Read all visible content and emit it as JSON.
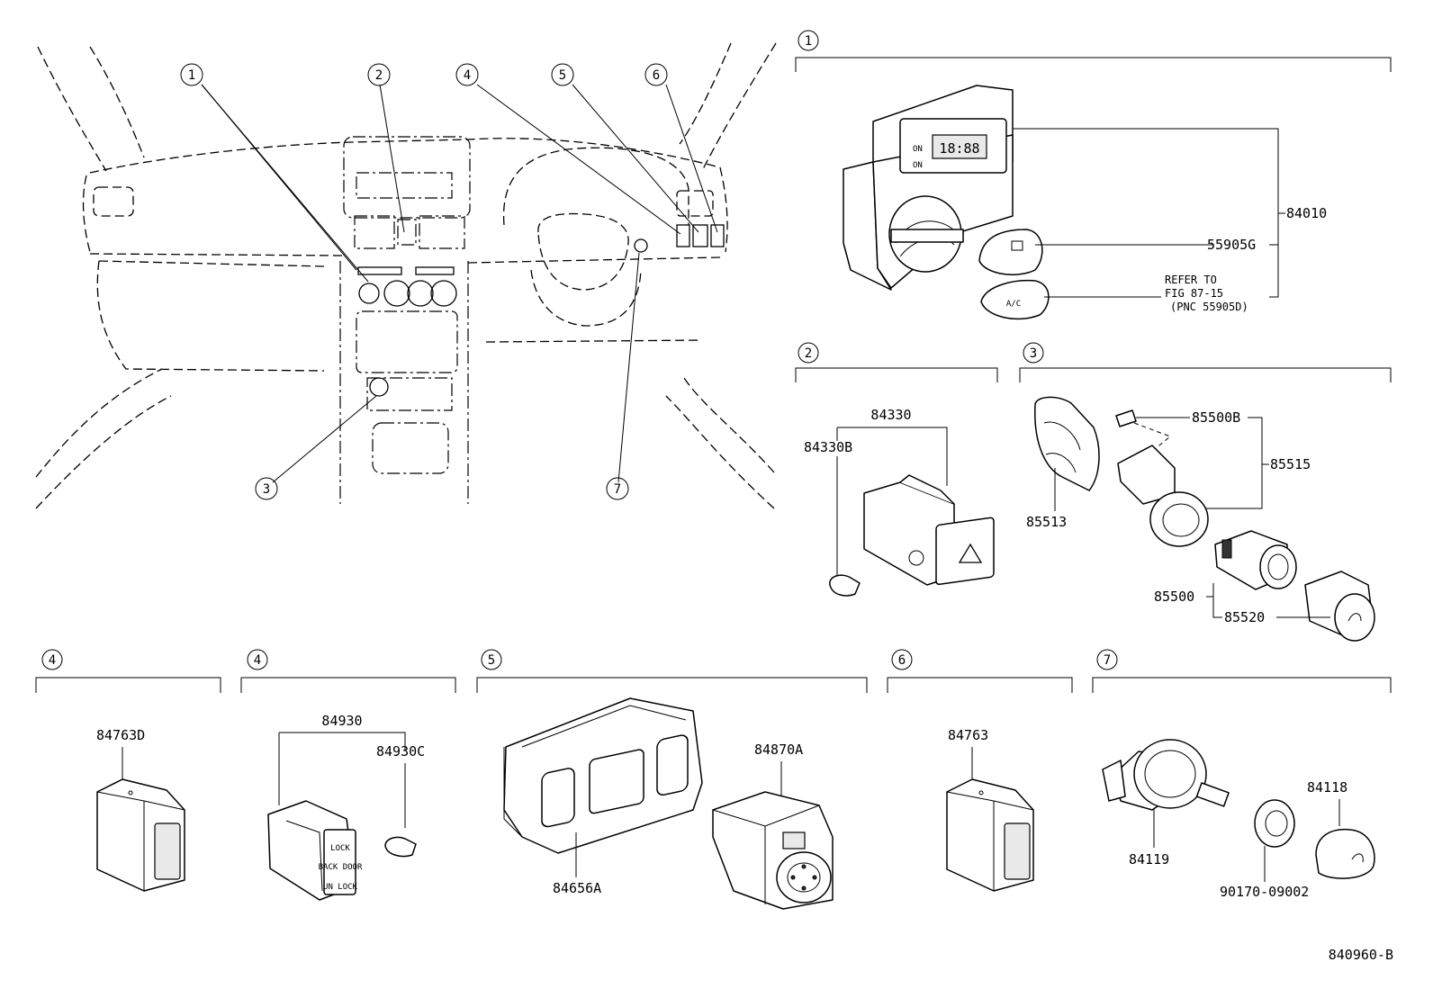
{
  "overview": {
    "callouts": [
      "1",
      "2",
      "4",
      "5",
      "6",
      "3",
      "7"
    ]
  },
  "sections": {
    "s1": "1",
    "s2": "2",
    "s3": "3",
    "s4a": "4",
    "s4b": "4",
    "s5": "5",
    "s6": "6",
    "s7": "7"
  },
  "parts": {
    "p84010": "84010",
    "p55905G": "55905G",
    "refer1": "REFER TO",
    "refer2": "FIG 87-15",
    "refer3": "(PNC 55905D)",
    "clock_display": "18:88",
    "clock_on1": "ON",
    "clock_on2": "ON",
    "ac_label": "A/C",
    "p84330": "84330",
    "p84330B": "84330B",
    "p85500B": "85500B",
    "p85515": "85515",
    "p85513": "85513",
    "p85500": "85500",
    "p85520": "85520",
    "p84763D": "84763D",
    "p84930": "84930",
    "p84930C": "84930C",
    "lock1": "LOCK",
    "lock2": "BACK DOOR",
    "lock3": "UN LOCK",
    "p84656A": "84656A",
    "p84870A": "84870A",
    "p84763": "84763",
    "p84119": "84119",
    "p84118": "84118",
    "p90170": "90170-09002"
  },
  "figure_code": "840960-B"
}
